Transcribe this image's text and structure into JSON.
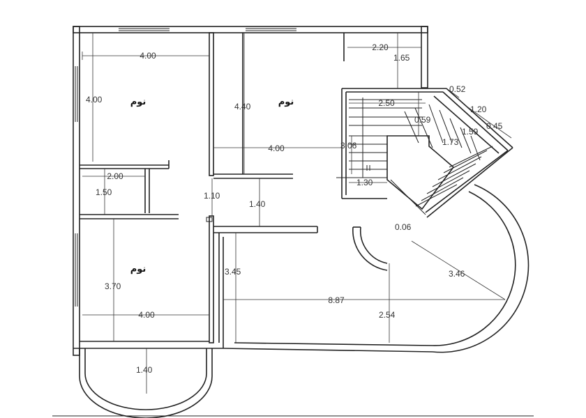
{
  "rooms": {
    "bedroom_1": "نوم",
    "bedroom_2": "نوم",
    "bedroom_3": "نوم"
  },
  "dimensions": {
    "d_4_00_top_left": "4.00",
    "d_4_00_left_vert": "4.00",
    "d_4_40": "4.40",
    "d_4_00_mid": "4.00",
    "d_2_20": "2.20",
    "d_1_65": "1.65",
    "d_0_52": "0.52",
    "d_1_20": "1.20",
    "d_0_45": "0.45",
    "d_2_50": "2.50",
    "d_0_59": "0.59",
    "d_1_59": "1.59",
    "d_1_73": "1.73",
    "d_3_06": "3.06",
    "d_1_30": "1.30",
    "d_2_00": "2.00",
    "d_1_50": "1.50",
    "d_1_10": "1.10",
    "d_1_40_mid": "1.40",
    "d_0_06": "0.06",
    "d_3_45": "3.45",
    "d_3_46": "3.46",
    "d_8_87": "8.87",
    "d_2_54": "2.54",
    "d_3_70": "3.70",
    "d_4_00_bottom": "4.00",
    "d_1_40_bottom": "1.40"
  }
}
